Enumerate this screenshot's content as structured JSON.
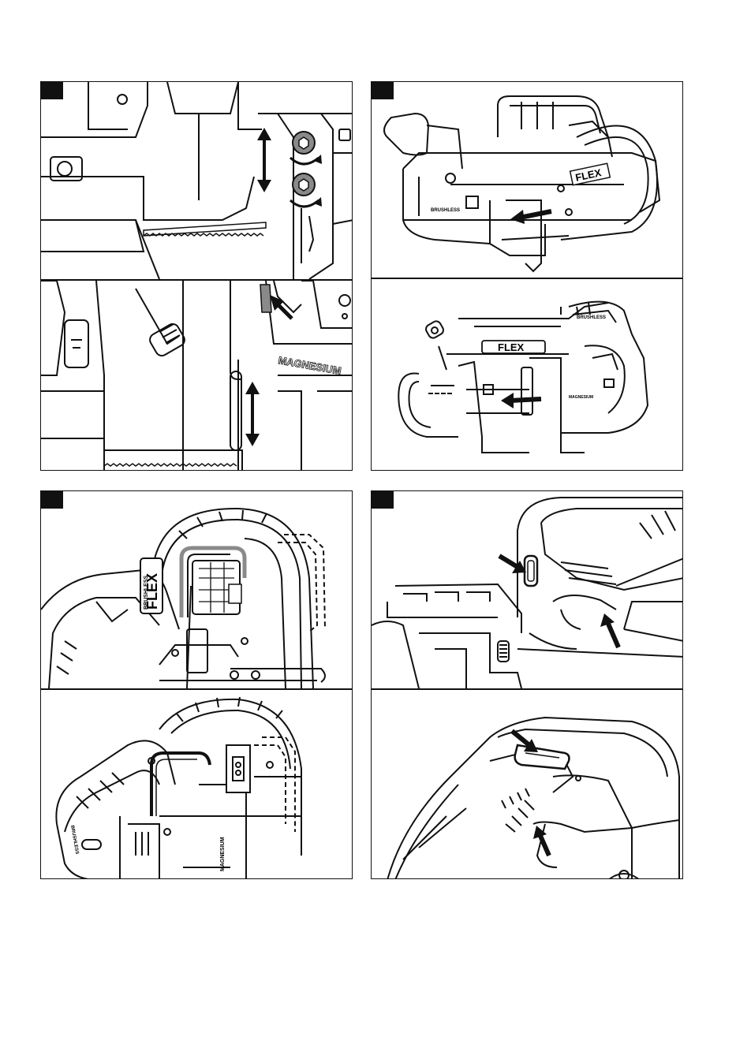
{
  "figures": [
    {
      "id": "fig-a",
      "panels": [
        "blade-tension",
        "blade-guide"
      ]
    },
    {
      "id": "fig-b",
      "panels": [
        "saw-side-left",
        "saw-side-right"
      ]
    },
    {
      "id": "fig-c",
      "panels": [
        "hook-front",
        "hook-rear"
      ]
    },
    {
      "id": "fig-d",
      "panels": [
        "handle-switch-side",
        "handle-switch-top"
      ]
    }
  ],
  "labels": {
    "brand": "FLEX",
    "brushless": "BRUSHLESS",
    "magnesium": "MAGNESIUM"
  },
  "colors": {
    "ink": "#111111",
    "paper": "#ffffff",
    "gray": "#8a8a8a"
  },
  "icons": [
    "double-arrow-icon",
    "rotate-arrow-icon",
    "pointer-arrow-icon",
    "hex-screw-icon"
  ]
}
